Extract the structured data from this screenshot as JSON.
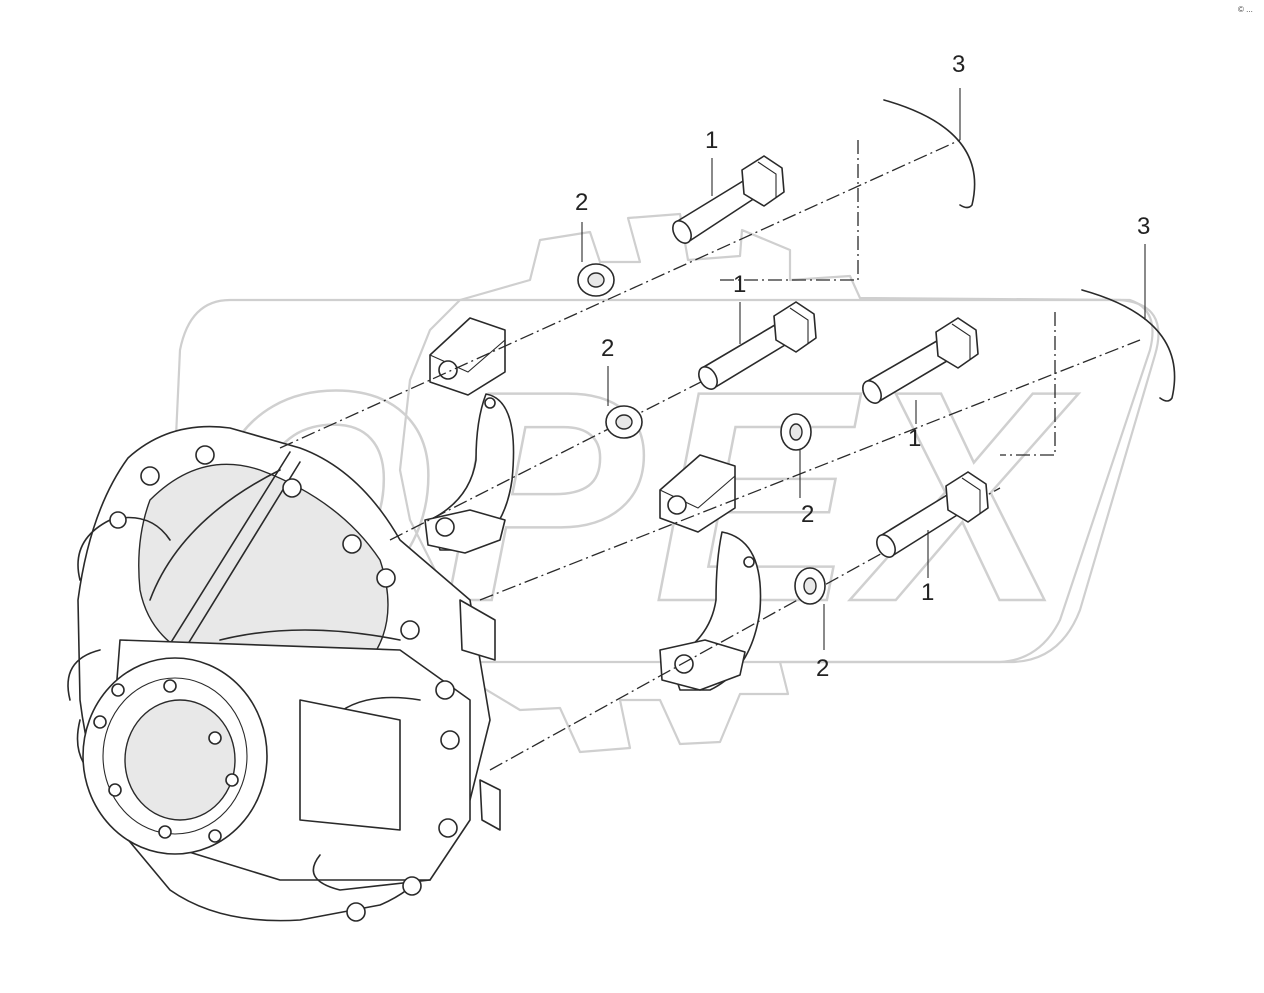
{
  "diagram": {
    "watermark_text": "OPEX",
    "corner_mark": "© ...",
    "callouts": [
      {
        "id": "c-3a",
        "text": "3"
      },
      {
        "id": "c-1a",
        "text": "1"
      },
      {
        "id": "c-2a",
        "text": "2"
      },
      {
        "id": "c-3b",
        "text": "3"
      },
      {
        "id": "c-1b",
        "text": "1"
      },
      {
        "id": "c-2b",
        "text": "2"
      },
      {
        "id": "c-1c",
        "text": "1"
      },
      {
        "id": "c-2c",
        "text": "2"
      },
      {
        "id": "c-1d",
        "text": "1"
      },
      {
        "id": "c-2d",
        "text": "2"
      }
    ]
  }
}
